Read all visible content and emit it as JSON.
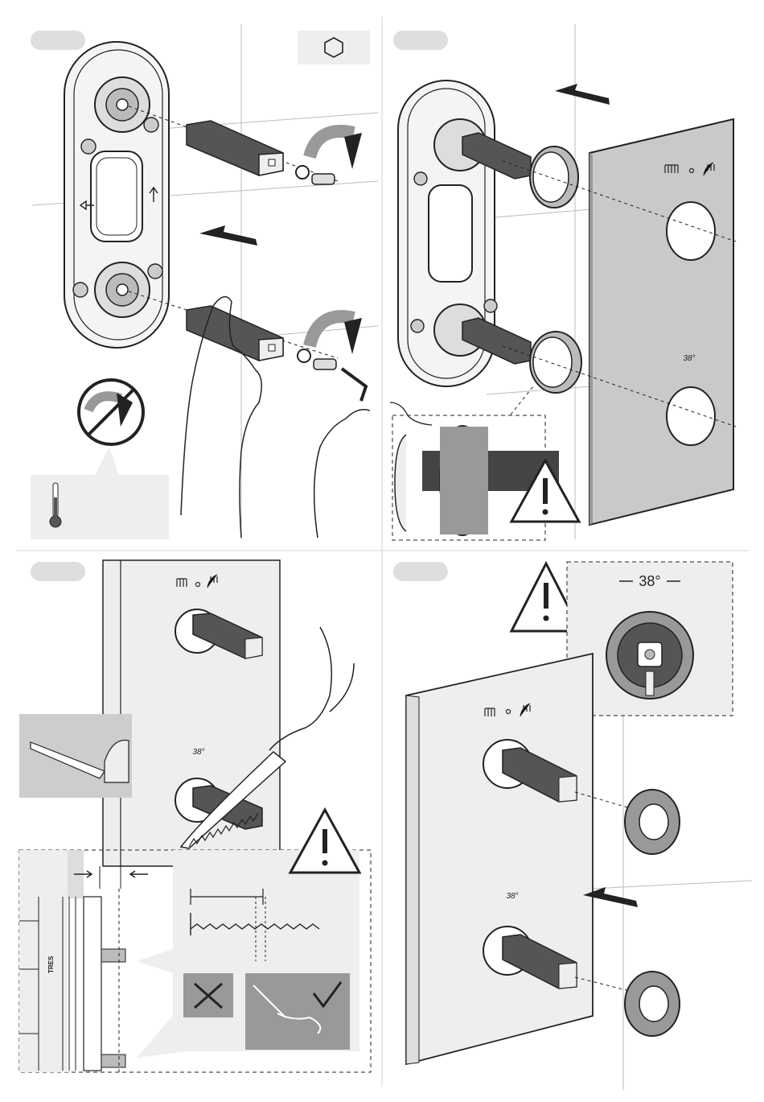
{
  "panels": [
    {
      "id": "step-1",
      "badge": ""
    },
    {
      "id": "step-2",
      "badge": ""
    },
    {
      "id": "step-3",
      "badge": ""
    },
    {
      "id": "step-4",
      "badge": ""
    }
  ],
  "angle_marks": {
    "small": "38°",
    "large": "38°"
  },
  "cover_label": "TRES",
  "colors": {
    "line": "#222222",
    "panel_grey": "#c9c9c9",
    "light_grey": "#eeeeee",
    "mid_grey": "#9a9a9a"
  },
  "icons": [
    "hex-key-icon",
    "thermometer-icon",
    "warning-icon",
    "no-rotate-icon",
    "check-icon",
    "cross-icon",
    "arrow-icon"
  ]
}
